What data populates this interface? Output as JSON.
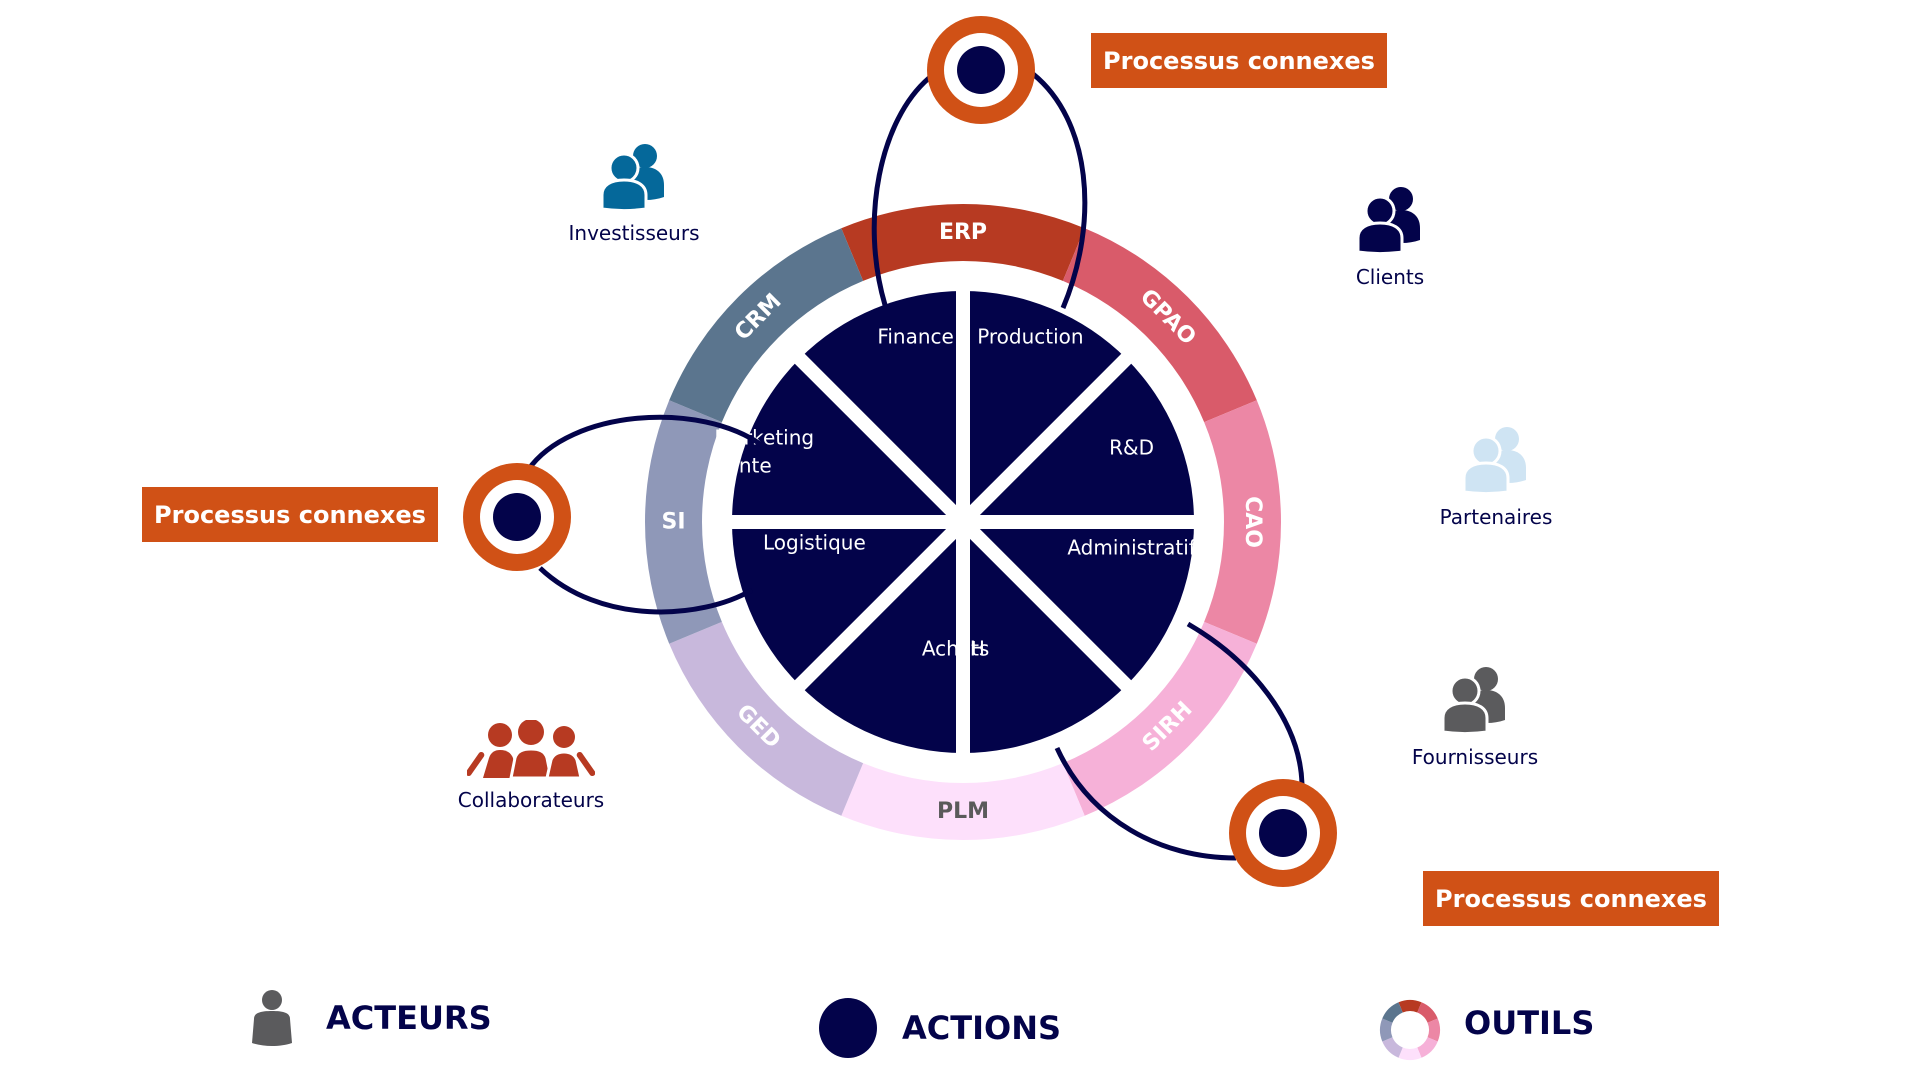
{
  "colors": {
    "navy": "#03034A",
    "orange": "#D05116",
    "white": "#FFFFFF"
  },
  "actions": [
    {
      "label": "Finance",
      "lines": [
        "Finance"
      ]
    },
    {
      "label": "Production",
      "lines": [
        "Production"
      ]
    },
    {
      "label": "R&D",
      "lines": [
        "R&D"
      ]
    },
    {
      "label": "Administratif",
      "lines": [
        "Administratif"
      ]
    },
    {
      "label": "RH",
      "lines": [
        "RH"
      ]
    },
    {
      "label": "Achats",
      "lines": [
        "Achats"
      ]
    },
    {
      "label": "Logistique",
      "lines": [
        "Logistique"
      ]
    },
    {
      "label": "Marketing Vente",
      "lines": [
        "Marketing",
        "Vente"
      ]
    }
  ],
  "tools": [
    {
      "label": "ERP",
      "color": "#B73A22",
      "text_color": "#FFFFFF"
    },
    {
      "label": "GPAO",
      "color": "#D95B6A",
      "text_color": "#FFFFFF"
    },
    {
      "label": "CAO",
      "color": "#EC87A5",
      "text_color": "#FFFFFF"
    },
    {
      "label": "SIRH",
      "color": "#F6B1D8",
      "text_color": "#FFFFFF"
    },
    {
      "label": "PLM",
      "color": "#FDE0FB",
      "text_color": "#5A5A5A"
    },
    {
      "label": "GED",
      "color": "#C8B8DC",
      "text_color": "#FFFFFF"
    },
    {
      "label": "SI",
      "color": "#8F98B8",
      "text_color": "#FFFFFF"
    },
    {
      "label": "CRM",
      "color": "#5B758E",
      "text_color": "#FFFFFF"
    }
  ],
  "actors": [
    {
      "label": "Investisseurs",
      "icon": "two-people-icon",
      "color": "#05689A"
    },
    {
      "label": "Clients",
      "icon": "two-people-icon",
      "color": "#03034A"
    },
    {
      "label": "Partenaires",
      "icon": "two-people-icon",
      "color": "#CFE4F3"
    },
    {
      "label": "Fournisseurs",
      "icon": "two-people-icon",
      "color": "#5B5B5D"
    },
    {
      "label": "Collaborateurs",
      "icon": "group-people-icon",
      "color": "#B73A22"
    }
  ],
  "related_processes": [
    {
      "label": "Processus connexes"
    },
    {
      "label": "Processus connexes"
    },
    {
      "label": "Processus connexes"
    }
  ],
  "legend": [
    {
      "label": "ACTEURS",
      "icon": "person-icon",
      "color": "#5B5B5D"
    },
    {
      "label": "ACTIONS",
      "icon": "filled-circle-icon",
      "color": "#03034A"
    },
    {
      "label": "OUTILS",
      "icon": "tools-ring-icon"
    }
  ]
}
